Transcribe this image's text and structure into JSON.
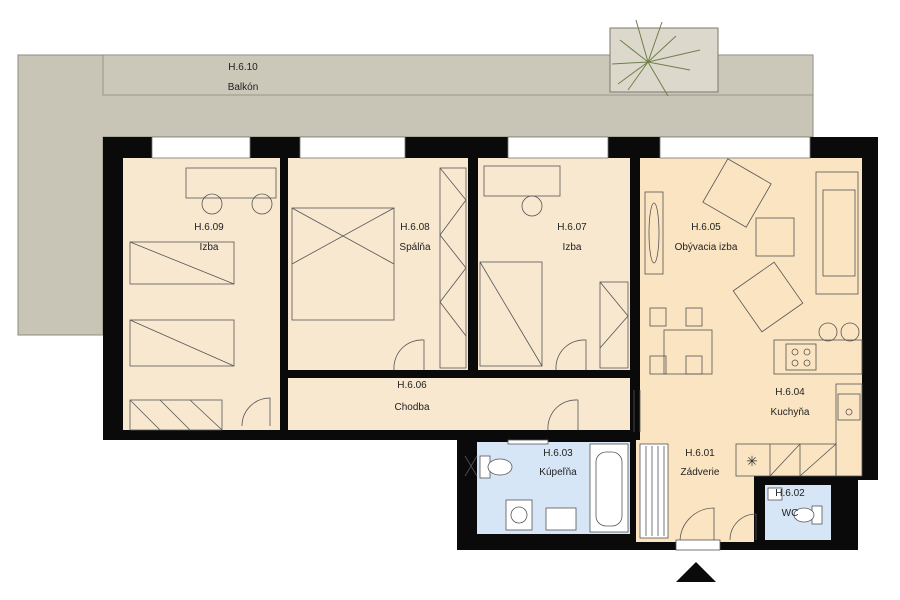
{
  "rooms": [
    {
      "id": "balcony",
      "code": "H.6.10",
      "name": "Balkón"
    },
    {
      "id": "room09",
      "code": "H.6.09",
      "name": "Izba"
    },
    {
      "id": "bedroom",
      "code": "H.6.08",
      "name": "Spálňa"
    },
    {
      "id": "room07",
      "code": "H.6.07",
      "name": "Izba"
    },
    {
      "id": "living",
      "code": "H.6.05",
      "name": "Obývacia izba"
    },
    {
      "id": "hall",
      "code": "H.6.06",
      "name": "Chodba"
    },
    {
      "id": "kitchen",
      "code": "H.6.04",
      "name": "Kuchyňa"
    },
    {
      "id": "bathroom",
      "code": "H.6.03",
      "name": "Kúpeľňa"
    },
    {
      "id": "entry",
      "code": "H.6.01",
      "name": "Zádverie"
    },
    {
      "id": "wc",
      "code": "H.6.02",
      "name": "WC"
    }
  ],
  "colors": {
    "balcony": "#c9c5b6",
    "floor_warm": "#f8e8d0",
    "floor_living": "#fbe4c2",
    "floor_bath": "#d6e6f6",
    "wall": "#0a0a0a",
    "furniture_stroke": "#555555"
  },
  "icons": [
    "plant-icon",
    "entrance-arrow-icon",
    "sink-icon",
    "toilet-icon",
    "stove-icon",
    "bathtub-icon",
    "washing-machine-icon"
  ]
}
